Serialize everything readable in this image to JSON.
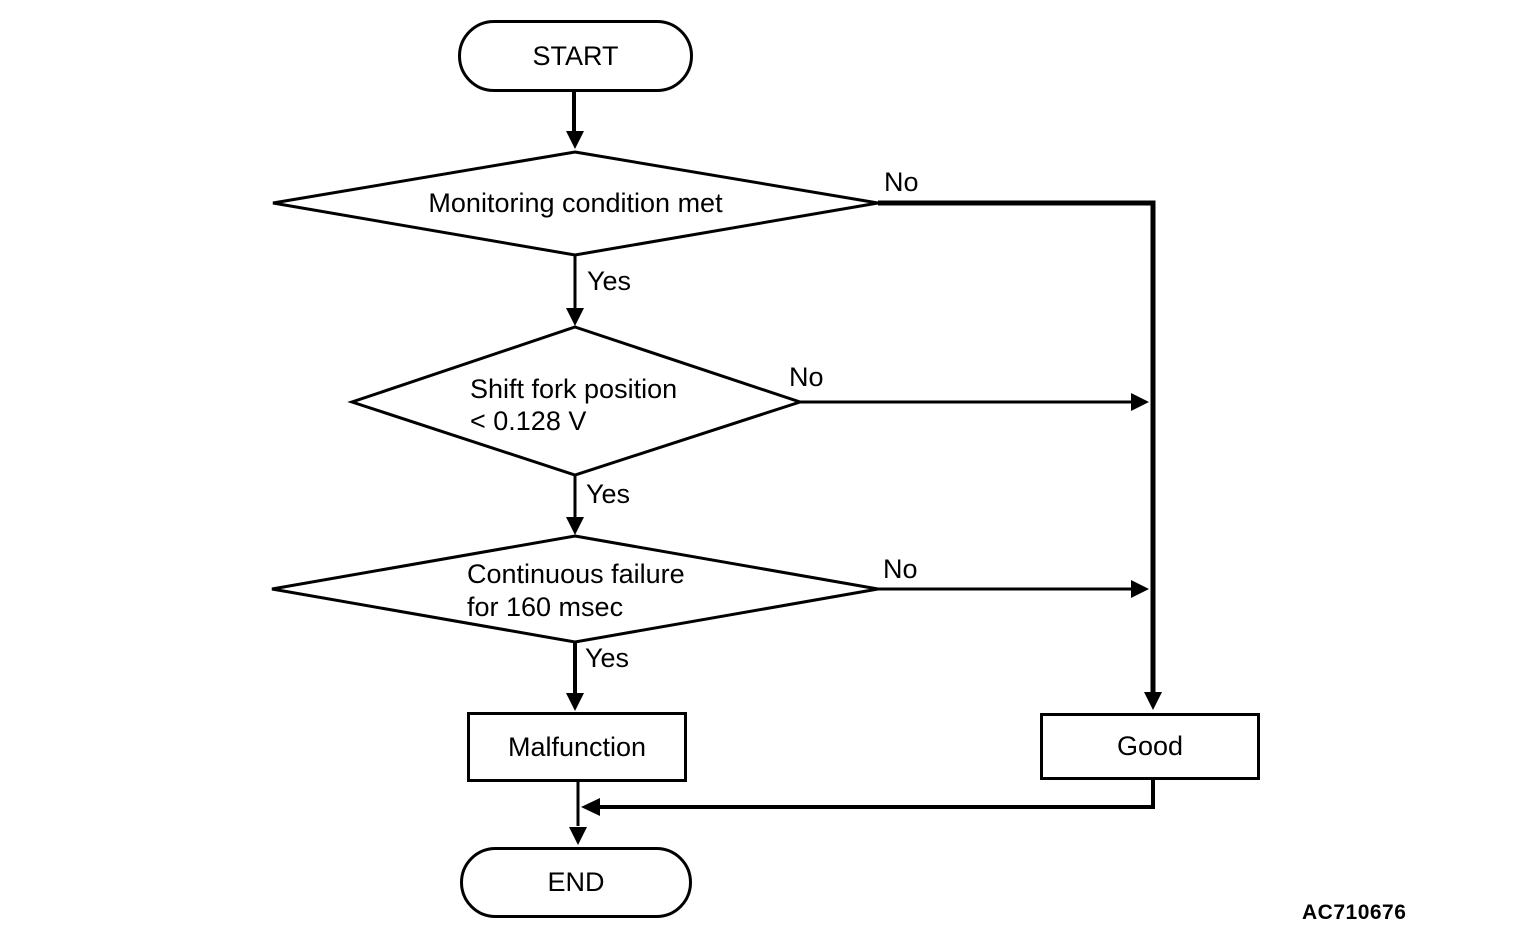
{
  "diagram": {
    "type": "flowchart",
    "figure_code": "AC710676",
    "colors": {
      "ink": "#000000",
      "background": "#ffffff"
    },
    "nodes": {
      "start": {
        "shape": "terminator",
        "label": "START"
      },
      "decision1": {
        "shape": "decision",
        "line1": "Monitoring condition met"
      },
      "decision2": {
        "shape": "decision",
        "line1": "Shift fork position",
        "line2": "< 0.128 V"
      },
      "decision3": {
        "shape": "decision",
        "line1": "Continuous failure",
        "line2": "for 160 msec"
      },
      "malfunction": {
        "shape": "process",
        "label": "Malfunction"
      },
      "good": {
        "shape": "process",
        "label": "Good"
      },
      "end": {
        "shape": "terminator",
        "label": "END"
      }
    },
    "edge_labels": {
      "decision1_yes": "Yes",
      "decision1_no": "No",
      "decision2_yes": "Yes",
      "decision2_no": "No",
      "decision3_yes": "Yes",
      "decision3_no": "No"
    },
    "flow": [
      {
        "from": "start",
        "to": "decision1",
        "label": ""
      },
      {
        "from": "decision1",
        "to": "decision2",
        "label": "Yes"
      },
      {
        "from": "decision1",
        "to": "good",
        "label": "No"
      },
      {
        "from": "decision2",
        "to": "decision3",
        "label": "Yes"
      },
      {
        "from": "decision2",
        "to": "good",
        "label": "No"
      },
      {
        "from": "decision3",
        "to": "malfunction",
        "label": "Yes"
      },
      {
        "from": "decision3",
        "to": "good",
        "label": "No"
      },
      {
        "from": "malfunction",
        "to": "end",
        "label": ""
      },
      {
        "from": "good",
        "to": "end",
        "label": ""
      }
    ]
  }
}
